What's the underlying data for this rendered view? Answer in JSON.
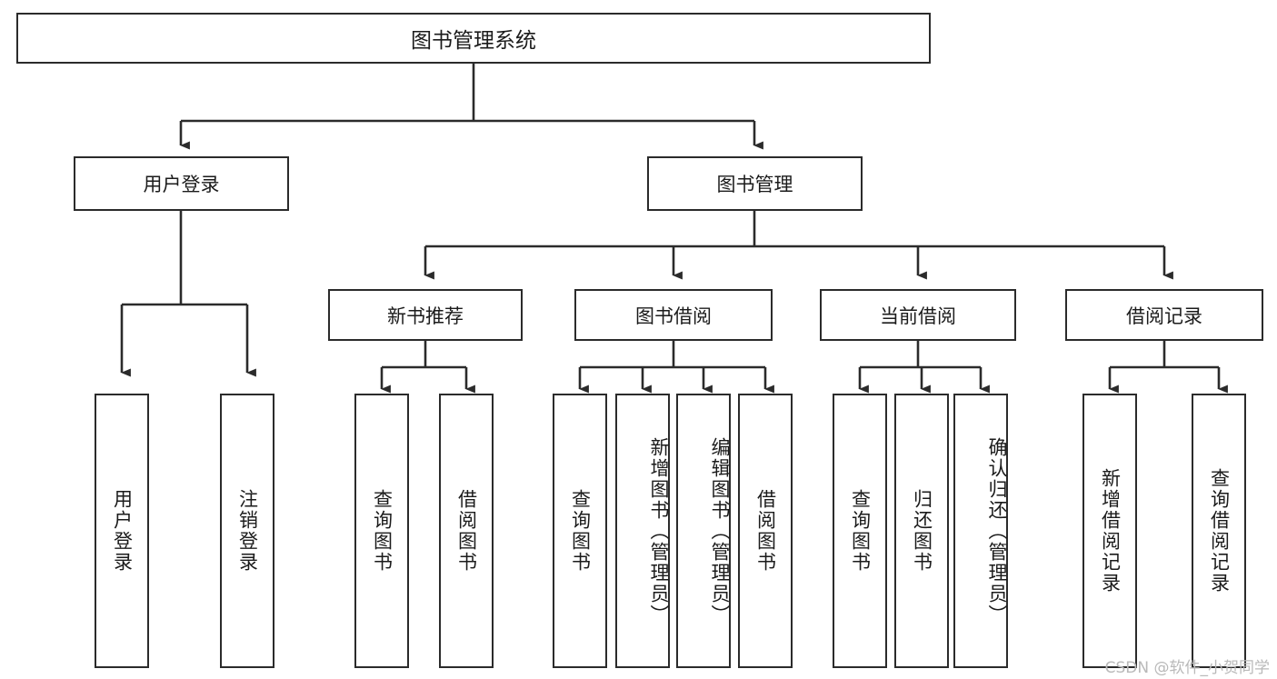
{
  "diagram": {
    "title": "图书管理系统",
    "type": "tree",
    "watermark": "CSDN @软件_小贺同学",
    "colors": {
      "stroke": "#2b2b2b",
      "fill": "#ffffff",
      "text": "#1b1b1b",
      "watermark": "#b9b9b9"
    },
    "root": {
      "label": "图书管理系统"
    },
    "level1": [
      {
        "label": "用户登录"
      },
      {
        "label": "图书管理"
      }
    ],
    "level2": [
      {
        "label": "新书推荐"
      },
      {
        "label": "图书借阅"
      },
      {
        "label": "当前借阅"
      },
      {
        "label": "借阅记录"
      }
    ],
    "leaves": {
      "user_login": [
        {
          "label": "用户登录"
        },
        {
          "label": "注销登录"
        }
      ],
      "new_book": [
        {
          "label": "查询图书"
        },
        {
          "label": "借阅图书"
        }
      ],
      "book_borrow": [
        {
          "label": "查询图书"
        },
        {
          "label": "新增图书（管理员）"
        },
        {
          "label": "编辑图书（管理员）"
        },
        {
          "label": "借阅图书"
        }
      ],
      "current_borrow": [
        {
          "label": "查询图书"
        },
        {
          "label": "归还图书"
        },
        {
          "label": "确认归还（管理员）"
        }
      ],
      "borrow_record": [
        {
          "label": "新增借阅记录"
        },
        {
          "label": "查询借阅记录"
        }
      ]
    }
  }
}
